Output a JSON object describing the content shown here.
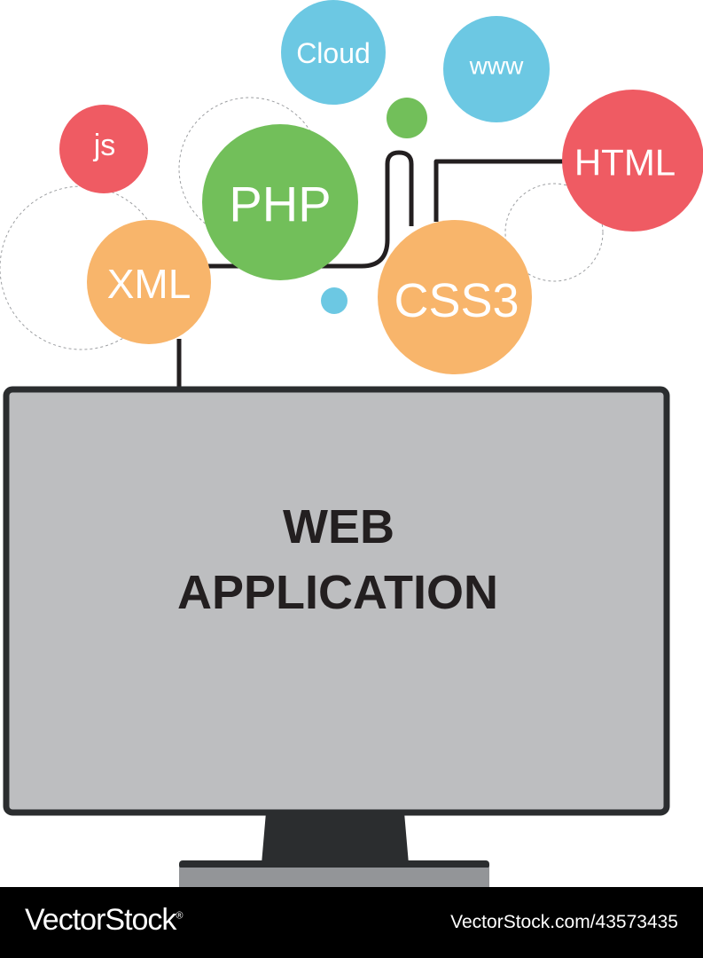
{
  "colors": {
    "blue": "#6cc8e3",
    "green": "#72bf5a",
    "red": "#ef5b63",
    "orange": "#f8b56b",
    "screen": "#bdbec0",
    "frame": "#2b2d2f",
    "stand_base": "#939598",
    "connector": "#231f20"
  },
  "bubbles": {
    "cloud": {
      "label": "Cloud"
    },
    "www": {
      "label": "www"
    },
    "js": {
      "label": "js"
    },
    "php": {
      "label": "PHP"
    },
    "html": {
      "label": "HTML"
    },
    "xml": {
      "label": "XML"
    },
    "css3": {
      "label": "CSS3"
    }
  },
  "monitor": {
    "title_line1": "WEB",
    "title_line2": "APPLICATION"
  },
  "footer": {
    "brand": "VectorStock",
    "registered_mark": "®",
    "credit": "VectorStock.com/43573435"
  }
}
